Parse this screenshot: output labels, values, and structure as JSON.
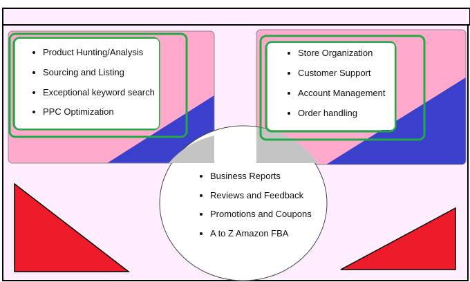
{
  "diagram": {
    "colors": {
      "outer_border": "#000000",
      "background": "#ffeeff",
      "panel_pink": "#ffaacc",
      "panel_blue": "#3a3fcc",
      "center_circle": "#ffffff",
      "overlap_gray": "#c4c4c4",
      "highlight_green": "#22aa44",
      "triangle_red": "#ee1c2a"
    },
    "icons": [
      "bullet-dot",
      "red-triangle"
    ],
    "left_group": {
      "items": [
        "Product Hunting/Analysis",
        "Sourcing and Listing",
        "Exceptional keyword search",
        "PPC Optimization"
      ]
    },
    "right_group": {
      "items": [
        "Store Organization",
        "Customer Support",
        "Account Management",
        "Order handling"
      ]
    },
    "center_group": {
      "items": [
        "Business Reports",
        "Reviews and Feedback",
        "Promotions and Coupons",
        "A to Z Amazon FBA"
      ]
    }
  }
}
